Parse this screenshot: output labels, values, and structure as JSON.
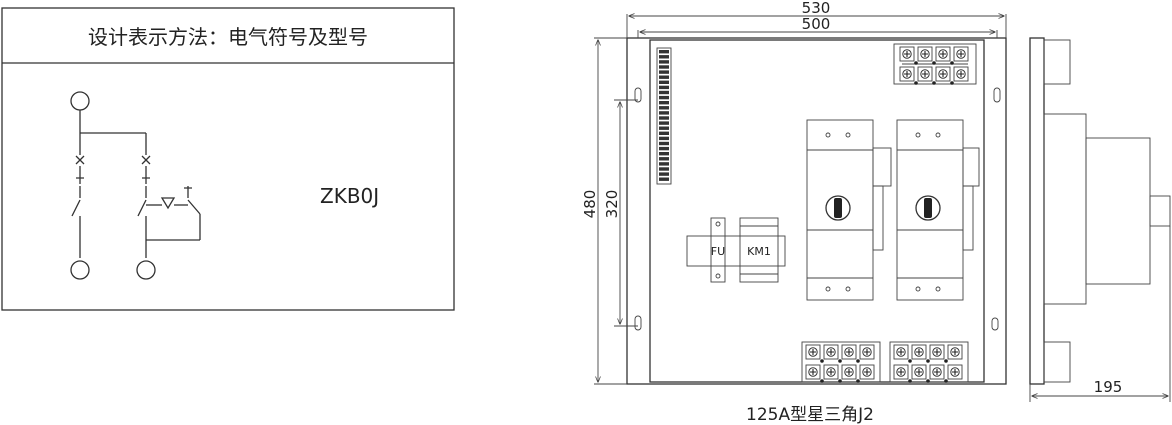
{
  "left_panel": {
    "title": "设计表示方法：电气符号及型号",
    "model_code": "ZKB0J"
  },
  "front_view": {
    "dimensions": {
      "outer_width": "530",
      "inner_width": "500",
      "outer_height": "480",
      "inner_height": "320"
    },
    "components": {
      "fuse_label": "FU",
      "contactor_label": "KM1"
    },
    "caption": "125A型星三角J2"
  },
  "side_view": {
    "depth": "195"
  }
}
